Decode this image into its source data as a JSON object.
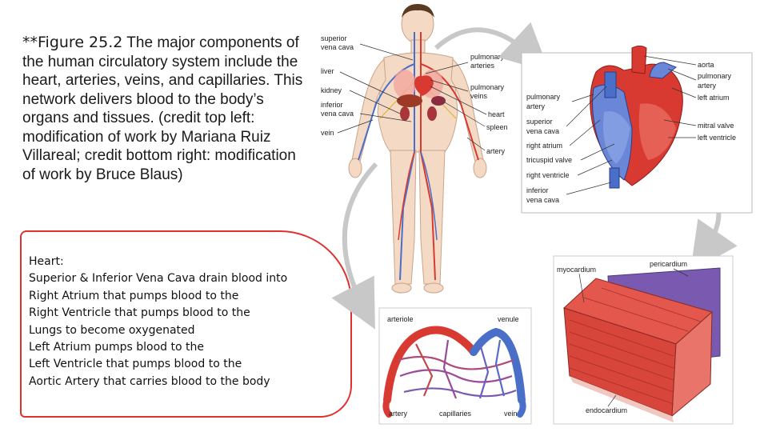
{
  "caption": {
    "lead": "**Figure 25.2",
    "text": " The major components of the human circulatory system include the heart, arteries, veins, and capillaries. This network delivers blood to the body’s organs and tissues. (credit top left: modification of work by Mariana Ruiz Villareal; credit bottom right: modification of work by Bruce Blaus)"
  },
  "notes": {
    "lines": [
      "Heart:",
      "Superior & Inferior Vena Cava drain blood into",
      "Right Atrium that pumps blood to the",
      "Right Ventricle that pumps blood to the",
      "Lungs to become oxygenated",
      "Left Atrium pumps blood to the",
      "Left Ventricle that pumps blood to the",
      "Aortic Artery that carries blood to the body"
    ]
  },
  "body_labels": {
    "superior_vena_cava": [
      "superior",
      "vena cava"
    ],
    "liver": "liver",
    "kidney": "kidney",
    "inferior_vena_cava": [
      "inferior",
      "vena cava"
    ],
    "vein": "vein",
    "pulmonary_arteries": [
      "pulmonary",
      "arteries"
    ],
    "pulmonary_veins": [
      "pulmonary",
      "veins"
    ],
    "heart": "heart",
    "spleen": "spleen",
    "artery": "artery"
  },
  "heart_labels": {
    "aorta": "aorta",
    "pulmonary_artery_right": [
      "pulmonary",
      "artery"
    ],
    "left_atrium": "left atrium",
    "pulmonary_artery_left": [
      "pulmonary",
      "artery"
    ],
    "superior_vena_cava": [
      "superior",
      "vena cava"
    ],
    "right_atrium": "right atrium",
    "tricuspid_valve": "tricuspid valve",
    "right_ventricle": "right ventricle",
    "inferior_vena_cava": [
      "inferior",
      "vena cava"
    ],
    "mitral_valve": "mitral valve",
    "left_ventricle": "left ventricle"
  },
  "capillary_labels": {
    "arteriole": "arteriole",
    "venule": "venule",
    "artery": "artery",
    "capillaries": "capillaries",
    "vein": "vein"
  },
  "muscle_labels": {
    "myocardium": "myocardium",
    "pericardium": "pericardium",
    "endocardium": "endocardium"
  },
  "colors": {
    "artery_red": "#d83a32",
    "vein_blue": "#4a6fc8",
    "skin": "#f4d9c4",
    "border_red": "#e03030"
  }
}
